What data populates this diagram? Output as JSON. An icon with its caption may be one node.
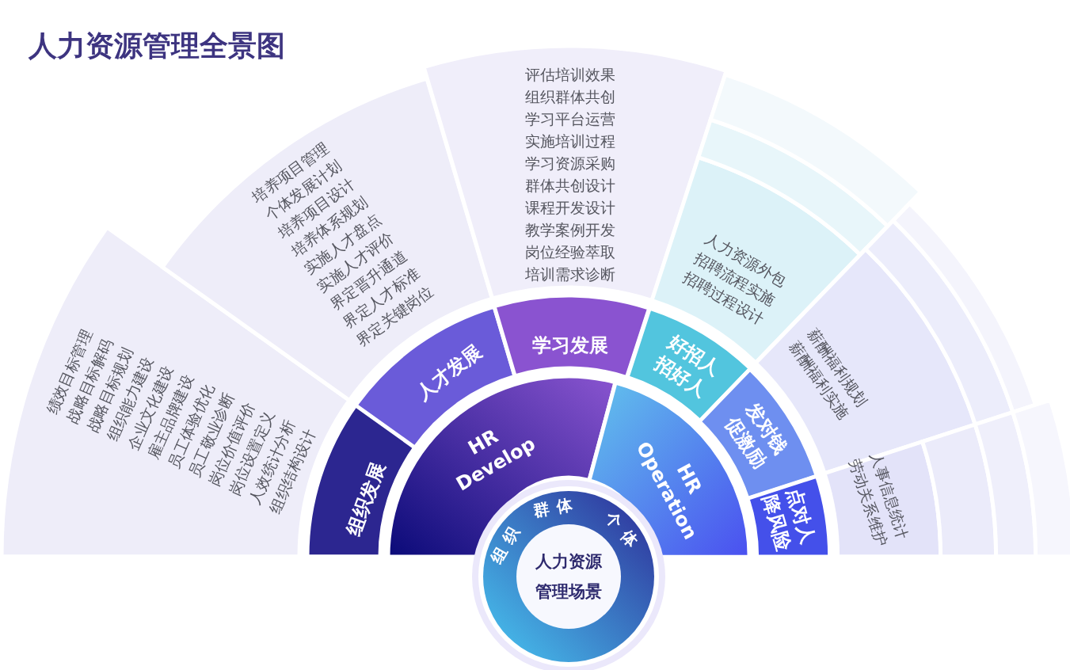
{
  "diagram": {
    "title": "人力资源管理全景图",
    "nodes": [
      {
        "text": [
          "绩效目标管理",
          "战略目标解码",
          "战略目标规划",
          "组织能力建设",
          "企业文化建设",
          "雇主品牌建设",
          "员工体验优化",
          "员工敬业诊断",
          "岗位价值评价",
          "岗位设置定义",
          "人效统计分析",
          "组织结构设计"
        ]
      },
      {
        "text": [
          "培养项目管理",
          "个体发展计划",
          "培养项目设计",
          "培养体系规划",
          "实施人才盘点",
          "实施人才评价",
          "界定晋升通道",
          "界定人才标准",
          "界定关键岗位"
        ]
      },
      {
        "text": [
          "评估培训效果",
          "组织群体共创",
          "学习平台运营",
          "实施培训过程",
          "学习资源采购",
          "群体共创设计",
          "课程开发设计",
          "教学案例开发",
          "岗位经验萃取",
          "培训需求诊断"
        ]
      },
      {
        "text": [
          "人力资源外包",
          "招聘流程实施",
          "招聘过程设计"
        ]
      },
      {
        "text": [
          "薪酬福利规划",
          "薪酬福利实施"
        ]
      },
      {
        "text": [
          "人事信息统计",
          "劳动关系维护"
        ]
      },
      {
        "text": [
          "组织发展"
        ]
      },
      {
        "text": [
          "人才发展"
        ]
      },
      {
        "text": [
          "学习发展"
        ]
      },
      {
        "text": [
          "好招人招好人"
        ]
      },
      {
        "text": [
          "发对钱促激励"
        ]
      },
      {
        "text": [
          "点对人降风险"
        ]
      },
      {
        "text": [
          "HR Develop"
        ]
      },
      {
        "text": [
          "HR Operation"
        ]
      },
      {
        "text": [
          "组织",
          "群体",
          "个体"
        ]
      },
      {
        "text": [
          "人力资源管理场景"
        ],
        "in": 14
      }
    ]
  }
}
